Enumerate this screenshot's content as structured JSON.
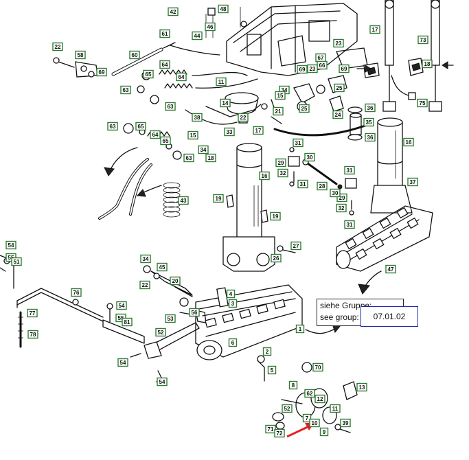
{
  "diagram": {
    "callouts": [
      {
        "id": "c42",
        "label": "42"
      },
      {
        "id": "c48",
        "label": "48"
      },
      {
        "id": "c44",
        "label": "44"
      },
      {
        "id": "c46",
        "label": "46"
      },
      {
        "id": "c61",
        "label": "61"
      },
      {
        "id": "c17a",
        "label": "17"
      },
      {
        "id": "c73",
        "label": "73"
      },
      {
        "id": "c22a",
        "label": "22"
      },
      {
        "id": "c58",
        "label": "58"
      },
      {
        "id": "c60",
        "label": "60"
      },
      {
        "id": "c69a",
        "label": "69"
      },
      {
        "id": "c64a",
        "label": "64"
      },
      {
        "id": "c65a",
        "label": "65"
      },
      {
        "id": "c64b",
        "label": "64"
      },
      {
        "id": "c63a",
        "label": "63"
      },
      {
        "id": "c63b",
        "label": "63"
      },
      {
        "id": "c23a",
        "label": "23"
      },
      {
        "id": "c67",
        "label": "67"
      },
      {
        "id": "c66",
        "label": "66"
      },
      {
        "id": "c23b",
        "label": "23"
      },
      {
        "id": "c69b",
        "label": "69"
      },
      {
        "id": "c69c",
        "label": "69"
      },
      {
        "id": "c18a",
        "label": "18"
      },
      {
        "id": "c11",
        "label": "11"
      },
      {
        "id": "c34a",
        "label": "34"
      },
      {
        "id": "c15a",
        "label": "15"
      },
      {
        "id": "c25a",
        "label": "25"
      },
      {
        "id": "c25b",
        "label": "25"
      },
      {
        "id": "c21",
        "label": "21"
      },
      {
        "id": "c24",
        "label": "24"
      },
      {
        "id": "c36a",
        "label": "36"
      },
      {
        "id": "c75",
        "label": "75"
      },
      {
        "id": "c14",
        "label": "14"
      },
      {
        "id": "c22b",
        "label": "22"
      },
      {
        "id": "c35",
        "label": "35"
      },
      {
        "id": "c36b",
        "label": "36"
      },
      {
        "id": "c63c",
        "label": "63"
      },
      {
        "id": "c65b",
        "label": "65"
      },
      {
        "id": "c64c",
        "label": "64"
      },
      {
        "id": "c65c",
        "label": "65"
      },
      {
        "id": "c63d",
        "label": "63"
      },
      {
        "id": "c38",
        "label": "38"
      },
      {
        "id": "c15b",
        "label": "15"
      },
      {
        "id": "c33",
        "label": "33"
      },
      {
        "id": "c17b",
        "label": "17"
      },
      {
        "id": "c34b",
        "label": "34"
      },
      {
        "id": "c18b",
        "label": "18"
      },
      {
        "id": "c31a",
        "label": "31"
      },
      {
        "id": "c30",
        "label": "30"
      },
      {
        "id": "c29a",
        "label": "29"
      },
      {
        "id": "c16a",
        "label": "16"
      },
      {
        "id": "c31b",
        "label": "31"
      },
      {
        "id": "c32a",
        "label": "32"
      },
      {
        "id": "c31c",
        "label": "31"
      },
      {
        "id": "c28",
        "label": "28"
      },
      {
        "id": "c29b",
        "label": "29"
      },
      {
        "id": "c30b",
        "label": "30"
      },
      {
        "id": "c32b",
        "label": "32"
      },
      {
        "id": "c31d",
        "label": "31"
      },
      {
        "id": "c16b",
        "label": "16"
      },
      {
        "id": "c37",
        "label": "37"
      },
      {
        "id": "c43",
        "label": "43"
      },
      {
        "id": "c19a",
        "label": "19"
      },
      {
        "id": "c19b",
        "label": "19"
      },
      {
        "id": "c47",
        "label": "47"
      },
      {
        "id": "c54a",
        "label": "54"
      },
      {
        "id": "c55a",
        "label": "55"
      },
      {
        "id": "c51",
        "label": "51"
      },
      {
        "id": "c26",
        "label": "26"
      },
      {
        "id": "c27",
        "label": "27"
      },
      {
        "id": "c34c",
        "label": "34"
      },
      {
        "id": "c45",
        "label": "45"
      },
      {
        "id": "c22c",
        "label": "22"
      },
      {
        "id": "c20",
        "label": "20"
      },
      {
        "id": "c4",
        "label": "4"
      },
      {
        "id": "c3",
        "label": "3"
      },
      {
        "id": "c76",
        "label": "76"
      },
      {
        "id": "c77",
        "label": "77"
      },
      {
        "id": "c54b",
        "label": "54"
      },
      {
        "id": "c55b",
        "label": "55"
      },
      {
        "id": "c81",
        "label": "81"
      },
      {
        "id": "c53",
        "label": "53"
      },
      {
        "id": "c56",
        "label": "56"
      },
      {
        "id": "c78",
        "label": "78"
      },
      {
        "id": "c52",
        "label": "52"
      },
      {
        "id": "c6",
        "label": "6"
      },
      {
        "id": "c1",
        "label": "1"
      },
      {
        "id": "c54c",
        "label": "54"
      },
      {
        "id": "c54d",
        "label": "54"
      },
      {
        "id": "c2",
        "label": "2"
      },
      {
        "id": "c5",
        "label": "5"
      },
      {
        "id": "c70",
        "label": "70"
      },
      {
        "id": "c8",
        "label": "8"
      },
      {
        "id": "c13",
        "label": "13"
      },
      {
        "id": "c62",
        "label": "62"
      },
      {
        "id": "c12",
        "label": "12"
      },
      {
        "id": "c52b",
        "label": "52"
      },
      {
        "id": "c11b",
        "label": "11"
      },
      {
        "id": "c7",
        "label": "7"
      },
      {
        "id": "c39",
        "label": "39"
      },
      {
        "id": "c10",
        "label": "10"
      },
      {
        "id": "c9",
        "label": "9"
      },
      {
        "id": "c71",
        "label": "71"
      },
      {
        "id": "c72",
        "label": "72"
      }
    ],
    "reference": {
      "line1": "siehe Gruppe:",
      "line2": "see group:",
      "group": "07.01.02"
    }
  }
}
